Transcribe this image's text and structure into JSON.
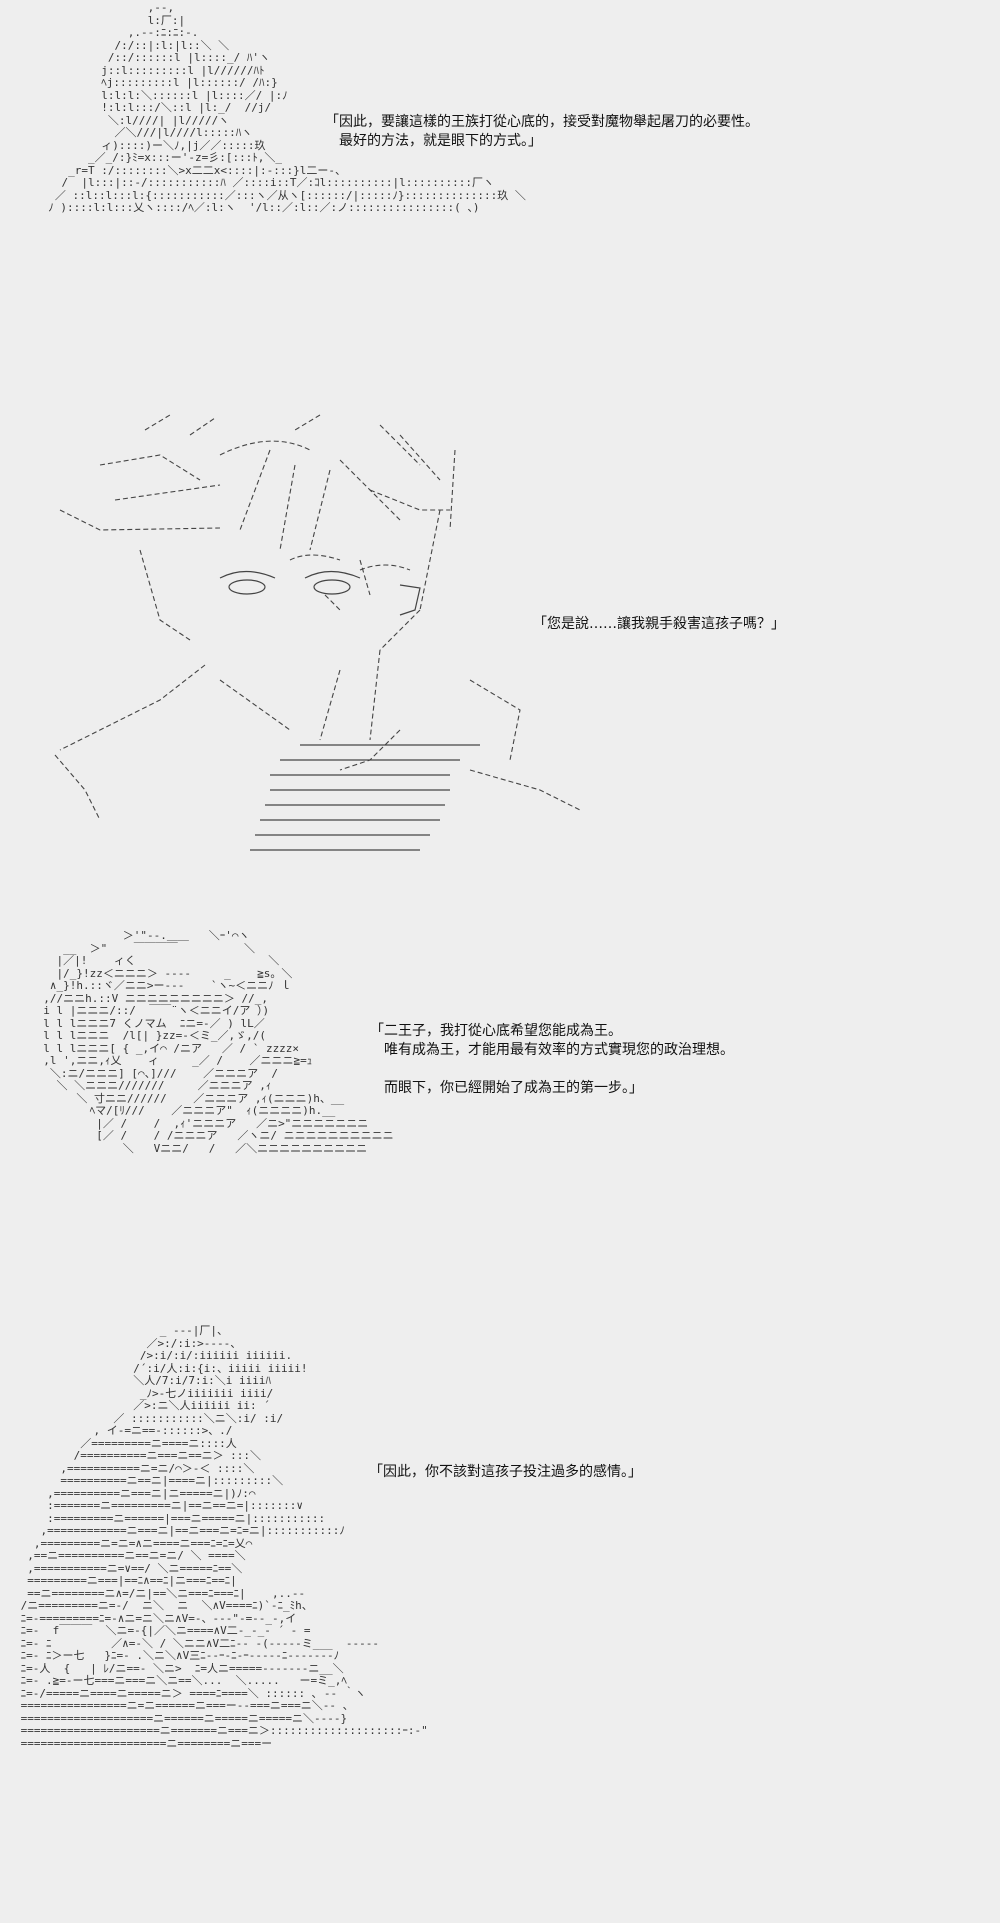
{
  "panels": [
    {
      "id": "panel-1",
      "dialogue": "「因此，要讓這樣的王族打從心底的，接受對魔物舉起屠刀的必要性。\n　最好的方法，就是眼下的方式。」"
    },
    {
      "id": "panel-2",
      "dialogue": "「您是說……讓我親手殺害這孩子嗎？」"
    },
    {
      "id": "panel-3",
      "dialogue": "「二王子，我打從心底希望您能成為王。\n　唯有成為王，才能用最有效率的方式實現您的政治理想。\n\n　而眼下，你已經開始了成為王的第一步。」"
    },
    {
      "id": "panel-4",
      "dialogue": "「因此，你不該對這孩子投注過多的感情。」"
    }
  ]
}
